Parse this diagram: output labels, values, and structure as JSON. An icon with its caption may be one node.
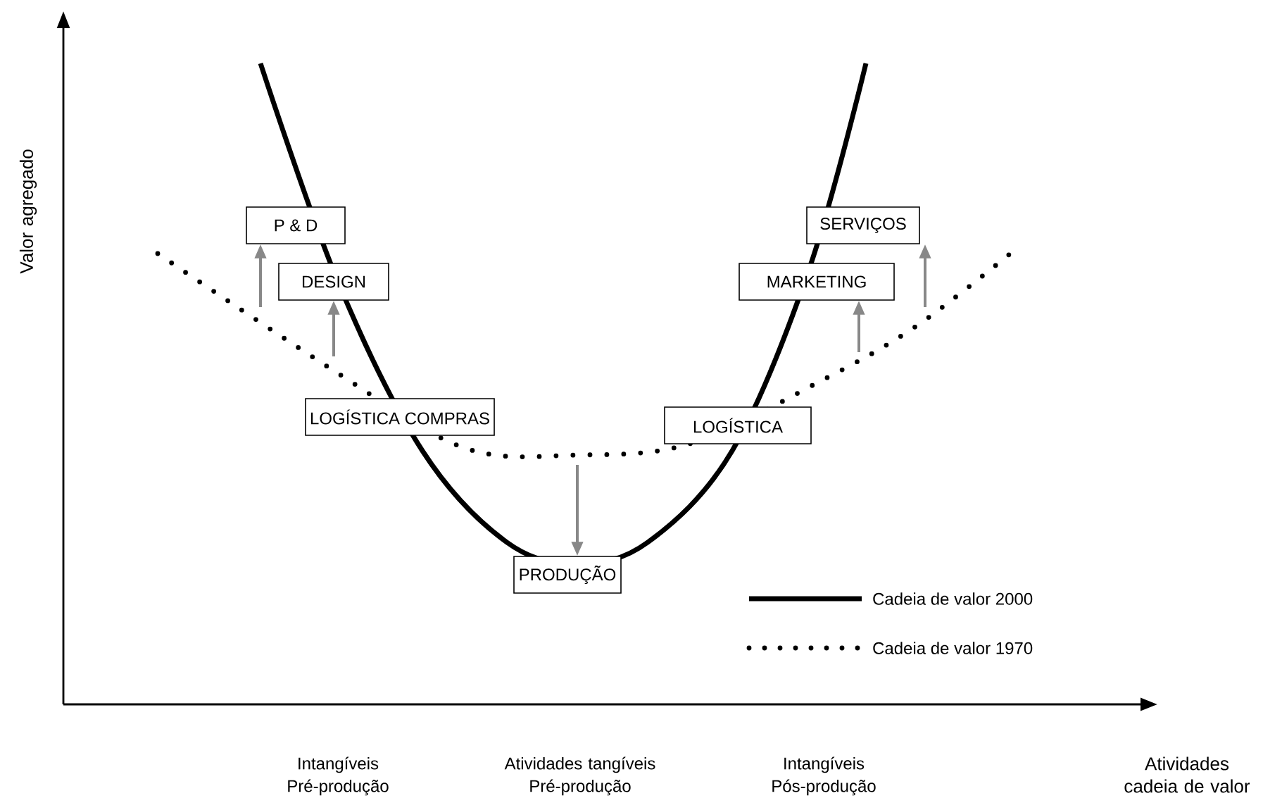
{
  "diagram": {
    "nodes": [
      {
        "text": [
          "P & D"
        ]
      },
      {
        "text": [
          "DESIGN"
        ]
      },
      {
        "text": [
          "LOGÍSTICA COMPRAS"
        ]
      },
      {
        "text": [
          "PRODUÇÃO"
        ]
      },
      {
        "text": [
          "LOGÍSTICA"
        ]
      },
      {
        "text": [
          "MARKETING"
        ]
      },
      {
        "text": [
          "SERVIÇOS"
        ]
      }
    ],
    "edges": [
      {
        "from": null,
        "to": 0,
        "arrow": "to"
      },
      {
        "from": null,
        "to": 1,
        "arrow": "to"
      },
      {
        "from": null,
        "to": 3,
        "arrow": "to"
      },
      {
        "from": null,
        "to": 5,
        "arrow": "to"
      },
      {
        "from": null,
        "to": 6,
        "arrow": "to"
      }
    ],
    "labels": [
      "Valor agregado",
      "Atividades cadeia de valor",
      "Intangíveis Pré-produção",
      "Atividades tangíveis Pré-produção",
      "Intangíveis Pós-produção"
    ],
    "legend": [
      {
        "text": "Cadeia de valor 2000"
      },
      {
        "text": "Cadeia de valor 1970"
      }
    ]
  }
}
